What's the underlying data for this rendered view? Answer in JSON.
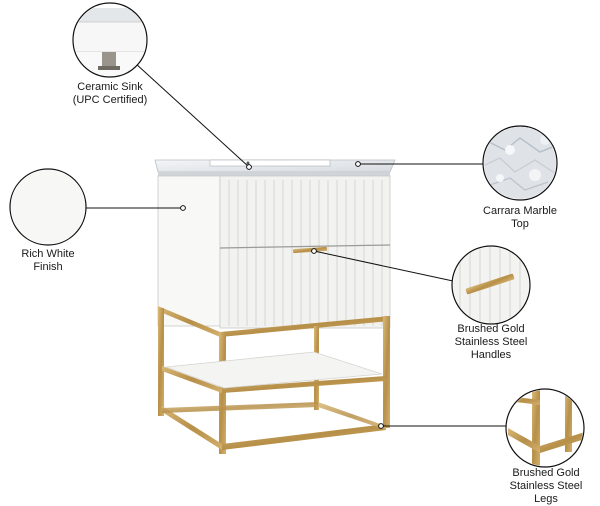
{
  "callouts": {
    "sink": {
      "lines": [
        "Ceramic Sink",
        "(UPC Certified)"
      ]
    },
    "top": {
      "lines": [
        "Carrara Marble",
        "Top"
      ]
    },
    "finish": {
      "lines": [
        "Rich White",
        "Finish"
      ]
    },
    "handles": {
      "lines": [
        "Brushed Gold",
        "Stainless Steel",
        "Handles"
      ]
    },
    "legs": {
      "lines": [
        "Brushed Gold",
        "Stainless Steel",
        "Legs"
      ]
    }
  },
  "colors": {
    "cabinet_white": "#f6f6f4",
    "gold": "#c6a15b",
    "marble": "#e9ecef",
    "line": "#111111"
  }
}
